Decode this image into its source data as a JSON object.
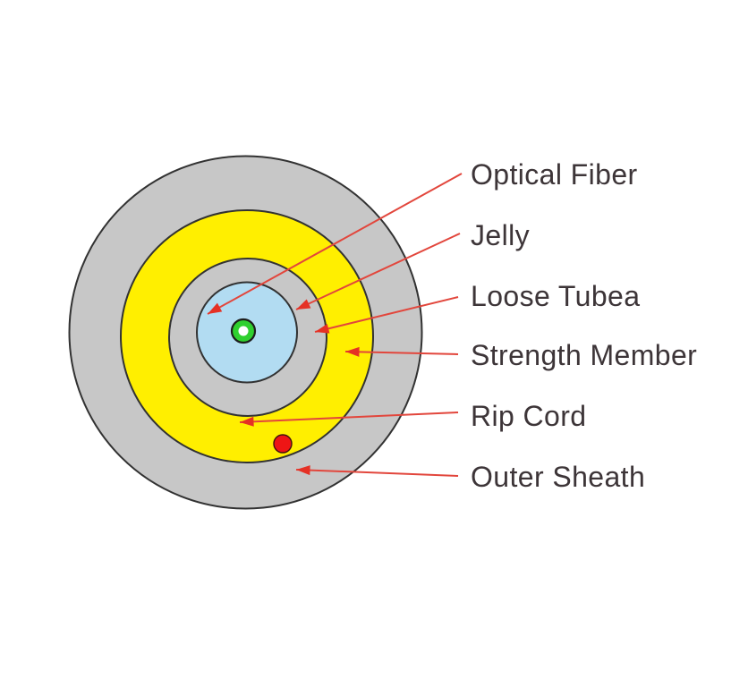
{
  "diagram": {
    "name": "fiber-optic-cable-cross-section",
    "callouts": [
      {
        "label": "Optical Fiber"
      },
      {
        "label": "Jelly"
      },
      {
        "label": "Loose Tubea"
      },
      {
        "label": "Strength Member"
      },
      {
        "label": "Rip Cord"
      },
      {
        "label": "Outer Sheath"
      }
    ],
    "colors": {
      "outer_sheath_gray": "#c7c7c7",
      "strength_member_yellow": "#ffef00",
      "loose_tube_gray": "#c7c7c7",
      "jelly_blue": "#b2dcf2",
      "optical_fiber_green": "#2fd02f",
      "fiber_core_white": "#ffffff",
      "rip_cord_red": "#ee1515",
      "outline_dark": "#323232",
      "arrow_line_red": "#e2463c",
      "arrow_head_red": "#e53125",
      "label_text": "#3d3538",
      "background": "#ffffff"
    }
  }
}
